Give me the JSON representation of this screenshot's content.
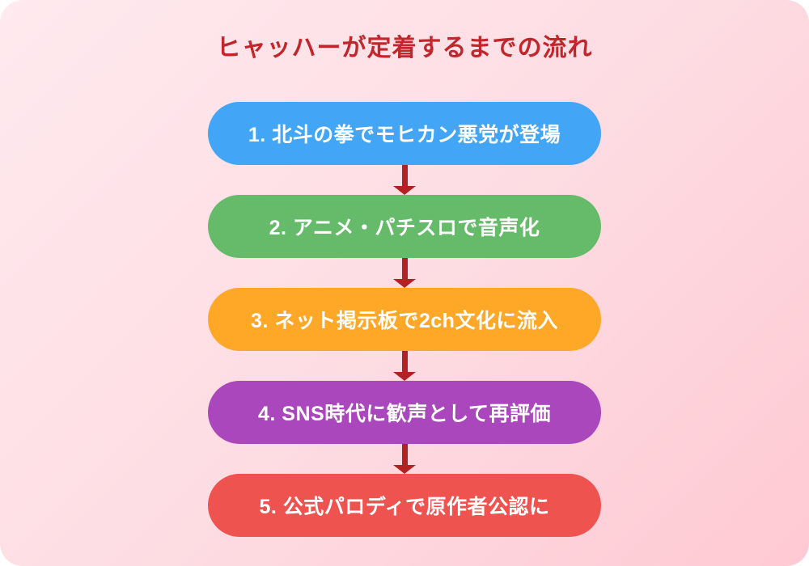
{
  "page": {
    "title": "ヒャッハーが定着するまでの流れ",
    "title_color": "#c0262c",
    "arrow_color": "#b22222",
    "background_gradient_start": "#ffeaee",
    "background_gradient_end": "#ffc9d3"
  },
  "flow": {
    "steps": [
      {
        "number": "1",
        "label": "1. 北斗の拳でモヒカン悪党が登場",
        "color": "#42a5f5"
      },
      {
        "number": "2",
        "label": "2. アニメ・パチスロで音声化",
        "color": "#66bb6a"
      },
      {
        "number": "3",
        "label": "3. ネット掲示板で2ch文化に流入",
        "color": "#ffa726"
      },
      {
        "number": "4",
        "label": "4. SNS時代に歓声として再評価",
        "color": "#ab47bc"
      },
      {
        "number": "5",
        "label": "5. 公式パロディで原作者公認に",
        "color": "#ef5350"
      }
    ]
  }
}
